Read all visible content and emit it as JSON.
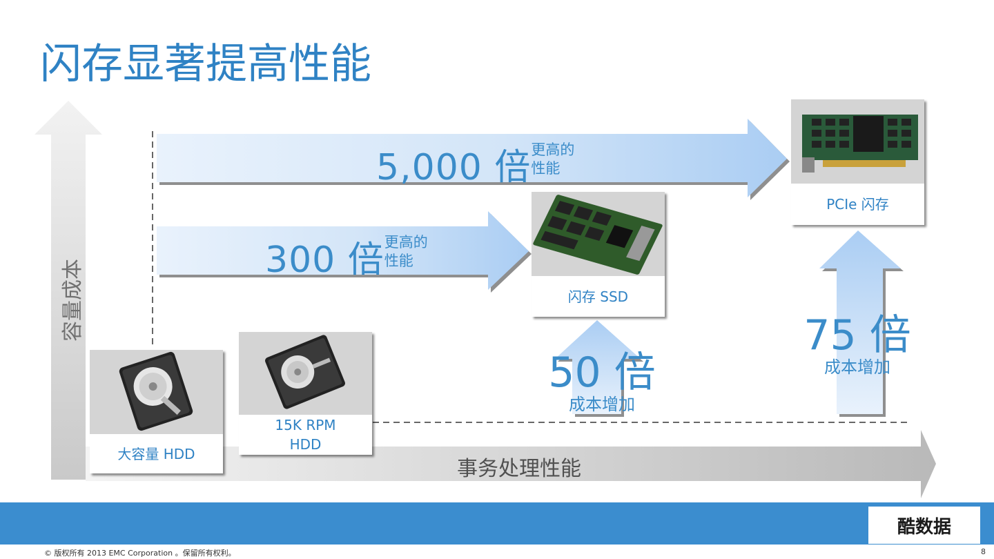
{
  "title": "闪存显著提高性能",
  "axes": {
    "y_label": "容量成本",
    "x_label": "事务处理性能"
  },
  "devices": [
    {
      "id": "hdd-capacity",
      "caption": "大容量  HDD",
      "icon": "hard-disk-drive-photo"
    },
    {
      "id": "hdd-15k",
      "caption": "15K RPM\nHDD",
      "icon": "hard-disk-drive-photo"
    },
    {
      "id": "ssd",
      "caption": "闪存  SSD",
      "icon": "solid-state-drive-photo"
    },
    {
      "id": "pcie",
      "caption": "PCIe  闪存",
      "icon": "pcie-flash-card-photo"
    }
  ],
  "performance": [
    {
      "value": "5,000  倍",
      "label_line1": "更高的",
      "label_line2": "性能"
    },
    {
      "value": "300  倍",
      "label_line1": "更高的",
      "label_line2": "性能"
    }
  ],
  "cost": [
    {
      "value": "50  倍",
      "label": "成本增加"
    },
    {
      "value": "75  倍",
      "label": "成本增加"
    }
  ],
  "footer": {
    "copyright": "© 版权所有  2013 EMC Corporation 。保留所有权利。",
    "page_number": "8",
    "logo_text": "酷数据"
  },
  "colors": {
    "accent": "#2f82c4",
    "footer_bar": "#3b8dcf",
    "arrow_light": "#e6f0fb",
    "arrow_mid": "#b4d2f3"
  }
}
